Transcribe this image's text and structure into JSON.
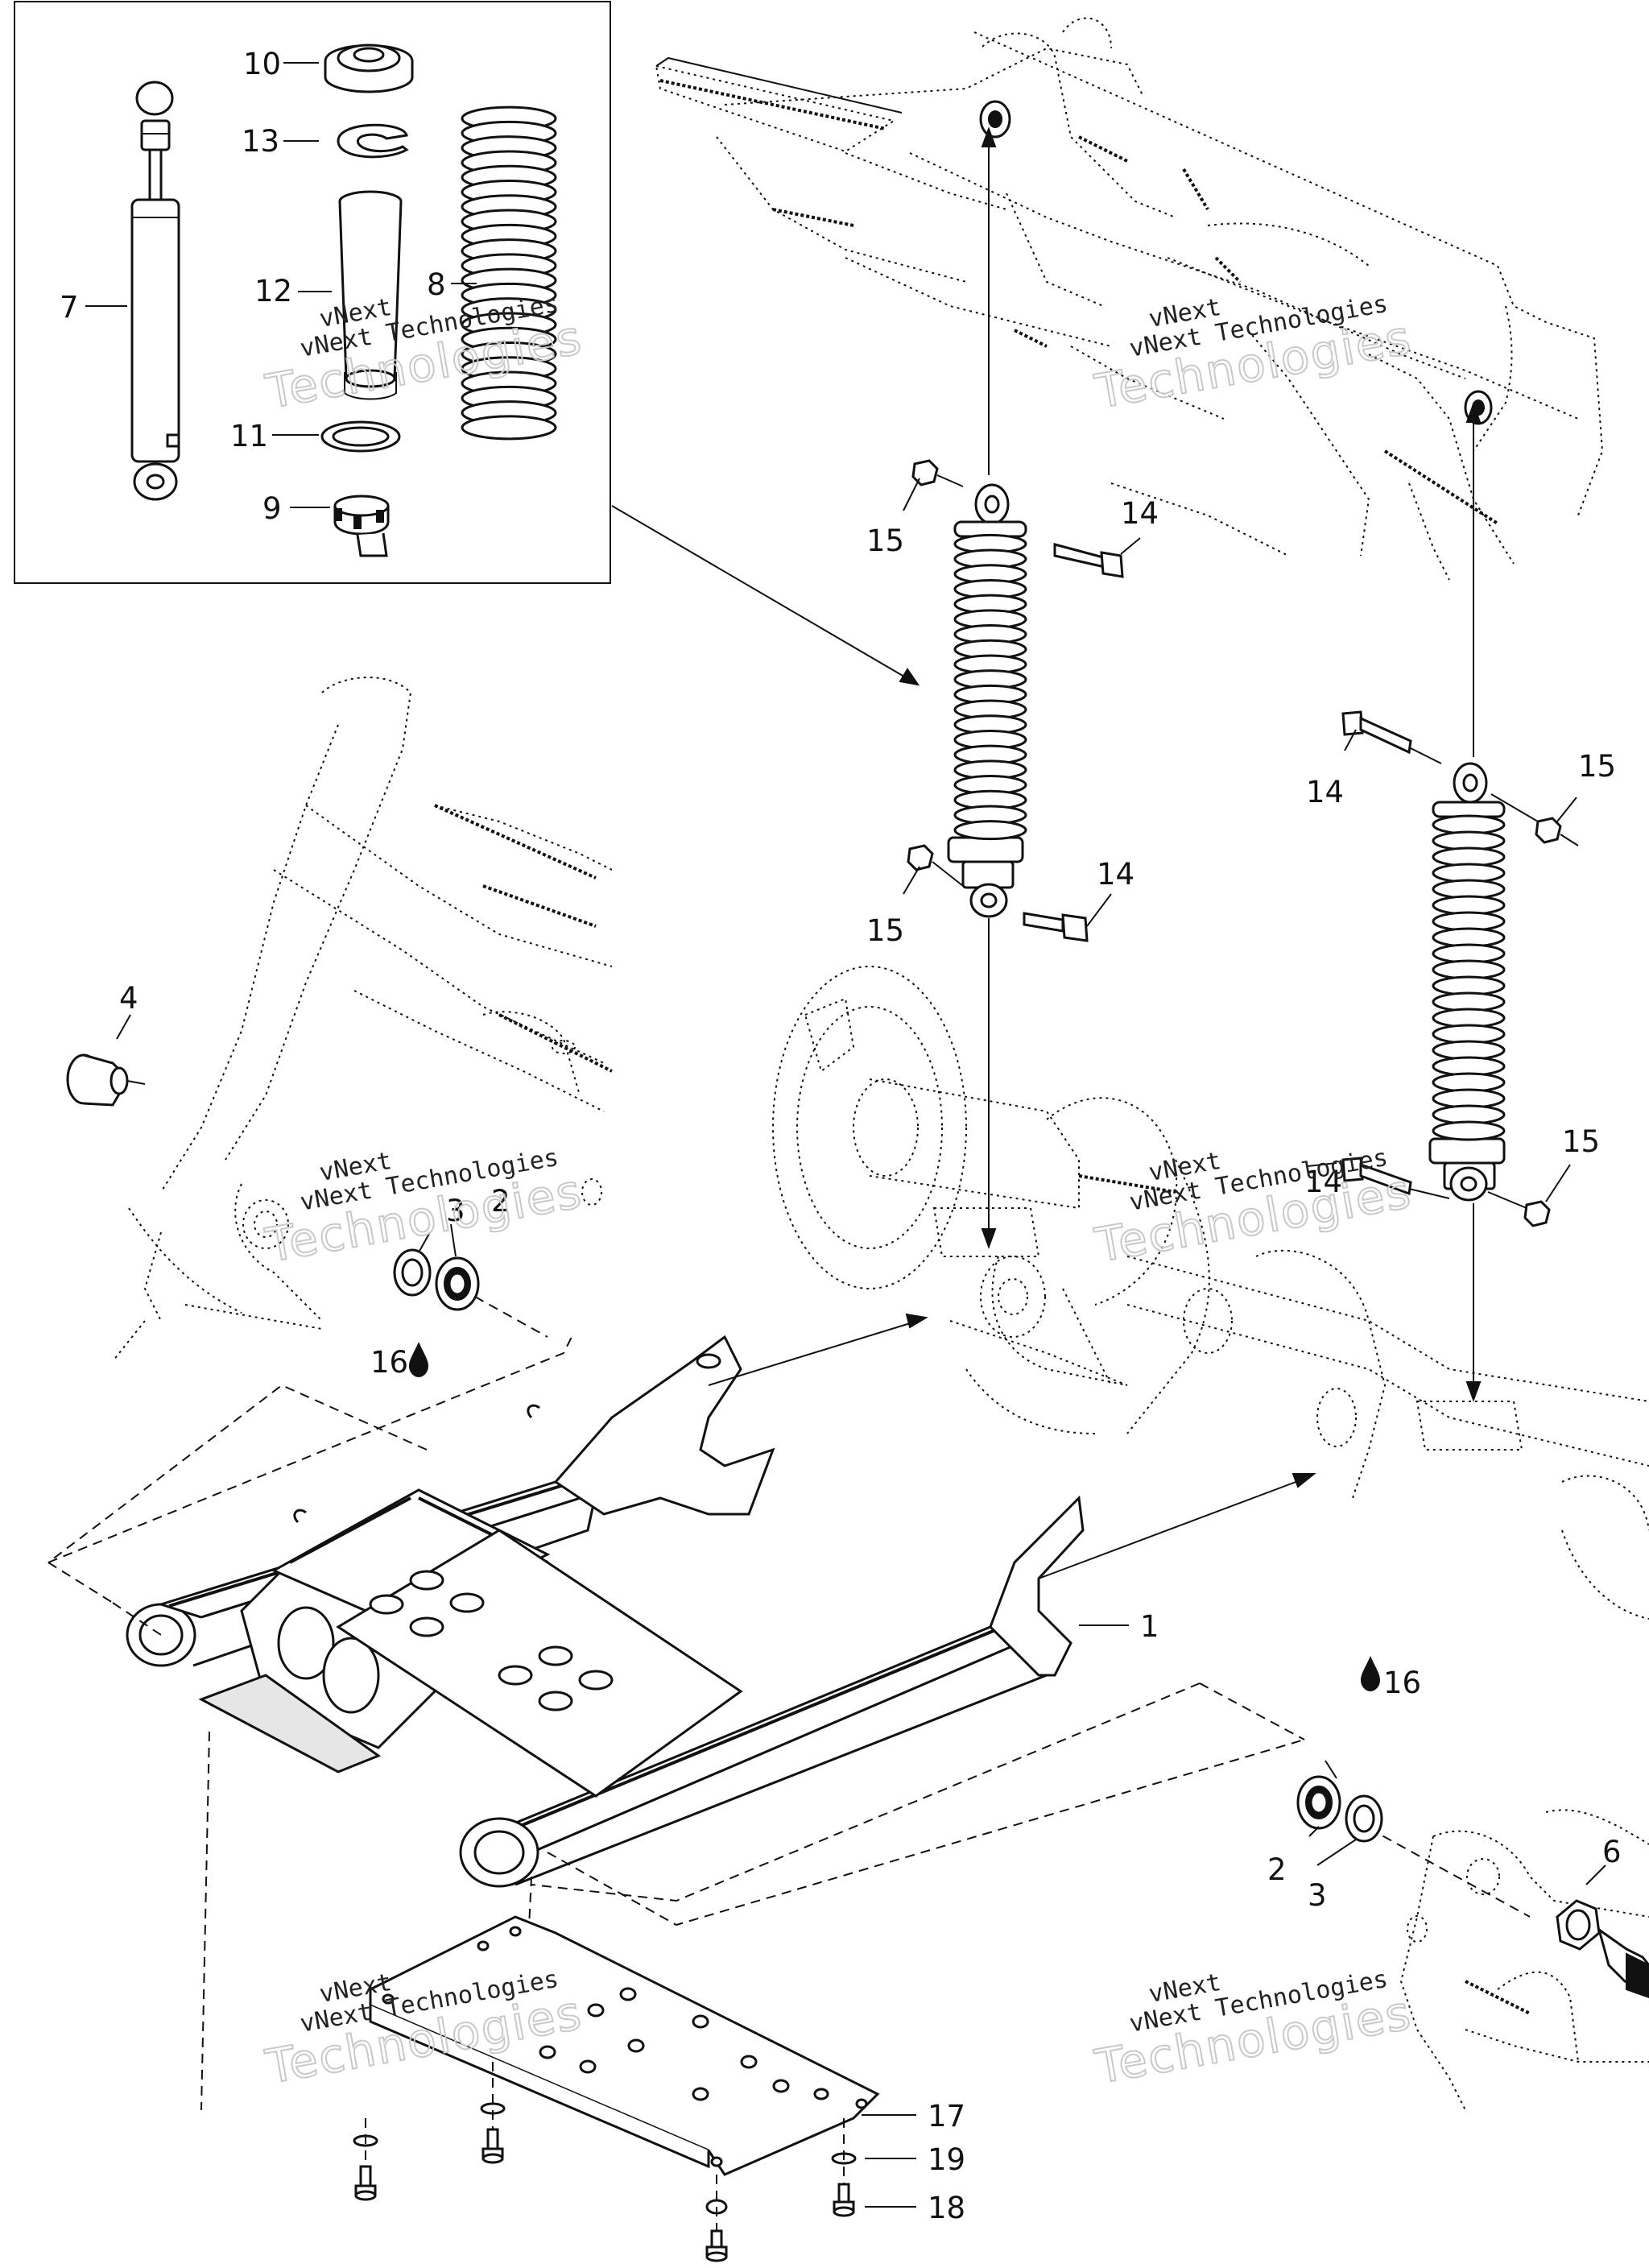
{
  "callouts": [
    {
      "id": "c10",
      "text": "10"
    },
    {
      "id": "c13",
      "text": "13"
    },
    {
      "id": "c12",
      "text": "12"
    },
    {
      "id": "c8",
      "text": "8"
    },
    {
      "id": "c7",
      "text": "7"
    },
    {
      "id": "c11",
      "text": "11"
    },
    {
      "id": "c9",
      "text": "9"
    },
    {
      "id": "c15a",
      "text": "15"
    },
    {
      "id": "c14a",
      "text": "14"
    },
    {
      "id": "c15b",
      "text": "15"
    },
    {
      "id": "c14b",
      "text": "14"
    },
    {
      "id": "c14c",
      "text": "14"
    },
    {
      "id": "c15c",
      "text": "15"
    },
    {
      "id": "c4",
      "text": "4"
    },
    {
      "id": "c3a",
      "text": "3"
    },
    {
      "id": "c2a",
      "text": "2"
    },
    {
      "id": "c16a",
      "text": "16"
    },
    {
      "id": "c14d",
      "text": "14"
    },
    {
      "id": "c15d",
      "text": "15"
    },
    {
      "id": "c1",
      "text": "1"
    },
    {
      "id": "c16b",
      "text": "16"
    },
    {
      "id": "c2b",
      "text": "2"
    },
    {
      "id": "c3b",
      "text": "3"
    },
    {
      "id": "c6",
      "text": "6"
    },
    {
      "id": "c17",
      "text": "17"
    },
    {
      "id": "c19",
      "text": "19"
    },
    {
      "id": "c18",
      "text": "18"
    }
  ],
  "watermarks": [
    {
      "line1": "vNext",
      "line2": "vNext Technologies",
      "line3": "Technologies"
    },
    {
      "line1": "vNext",
      "line2": "vNext Technologies",
      "line3": "Technologies"
    },
    {
      "line1": "vNext",
      "line2": "vNext Technologies",
      "line3": "Technologies"
    },
    {
      "line1": "vNext",
      "line2": "vNext Technologies",
      "line3": "Technologies"
    },
    {
      "line1": "vNext",
      "line2": "vNext Technologies",
      "line3": "Technologies"
    },
    {
      "line1": "vNext",
      "line2": "vNext Technologies",
      "line3": "Technologies"
    }
  ],
  "icons": {
    "oil_drop": "oil-drop-icon"
  }
}
